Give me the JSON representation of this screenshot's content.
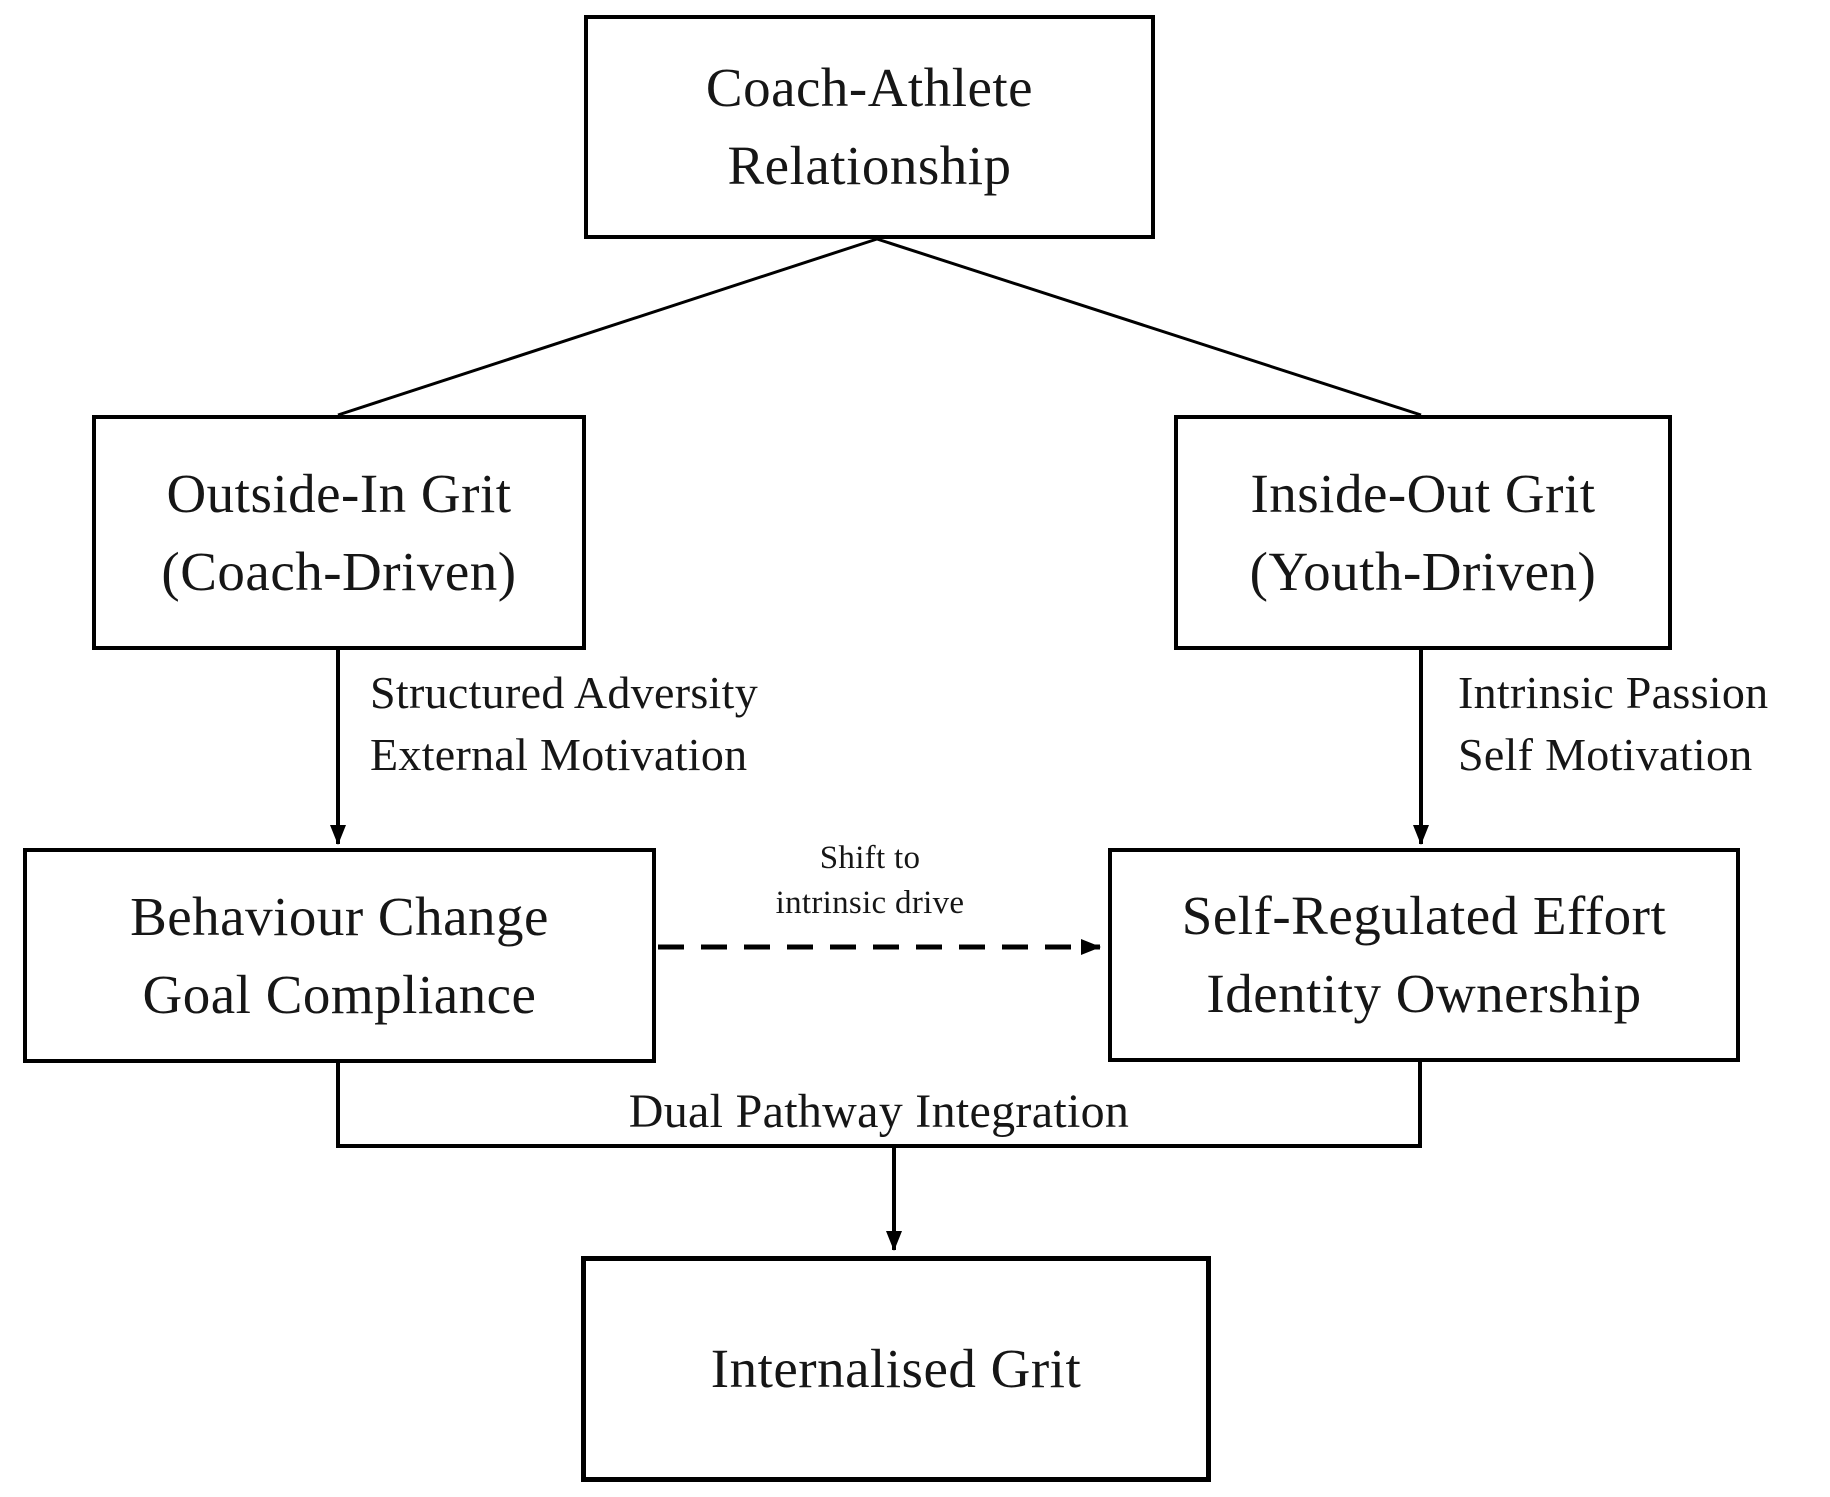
{
  "diagram": {
    "background": "#ffffff",
    "stroke_color": "#000000",
    "text_color": "#161616",
    "nodes": {
      "coach_athlete_relationship": {
        "line1": "Coach-Athlete",
        "line2": "Relationship"
      },
      "outside_in_grit": {
        "line1": "Outside-In Grit",
        "line2": "(Coach-Driven)"
      },
      "inside_out_grit": {
        "line1": "Inside-Out Grit",
        "line2": "(Youth-Driven)"
      },
      "behaviour_change": {
        "line1": "Behaviour Change",
        "line2": "Goal Compliance"
      },
      "self_regulated_effort": {
        "line1": "Self-Regulated Effort",
        "line2": "Identity Ownership"
      },
      "internalised_grit": {
        "line1": "Internalised Grit"
      }
    },
    "edge_labels": {
      "left_pathway": {
        "line1": "Structured Adversity",
        "line2": "External Motivation"
      },
      "right_pathway": {
        "line1": "Intrinsic Passion",
        "line2": "Self Motivation"
      },
      "shift": {
        "line1": "Shift to",
        "line2": "intrinsic drive"
      },
      "integration": {
        "line1": "Dual Pathway Integration"
      }
    }
  }
}
